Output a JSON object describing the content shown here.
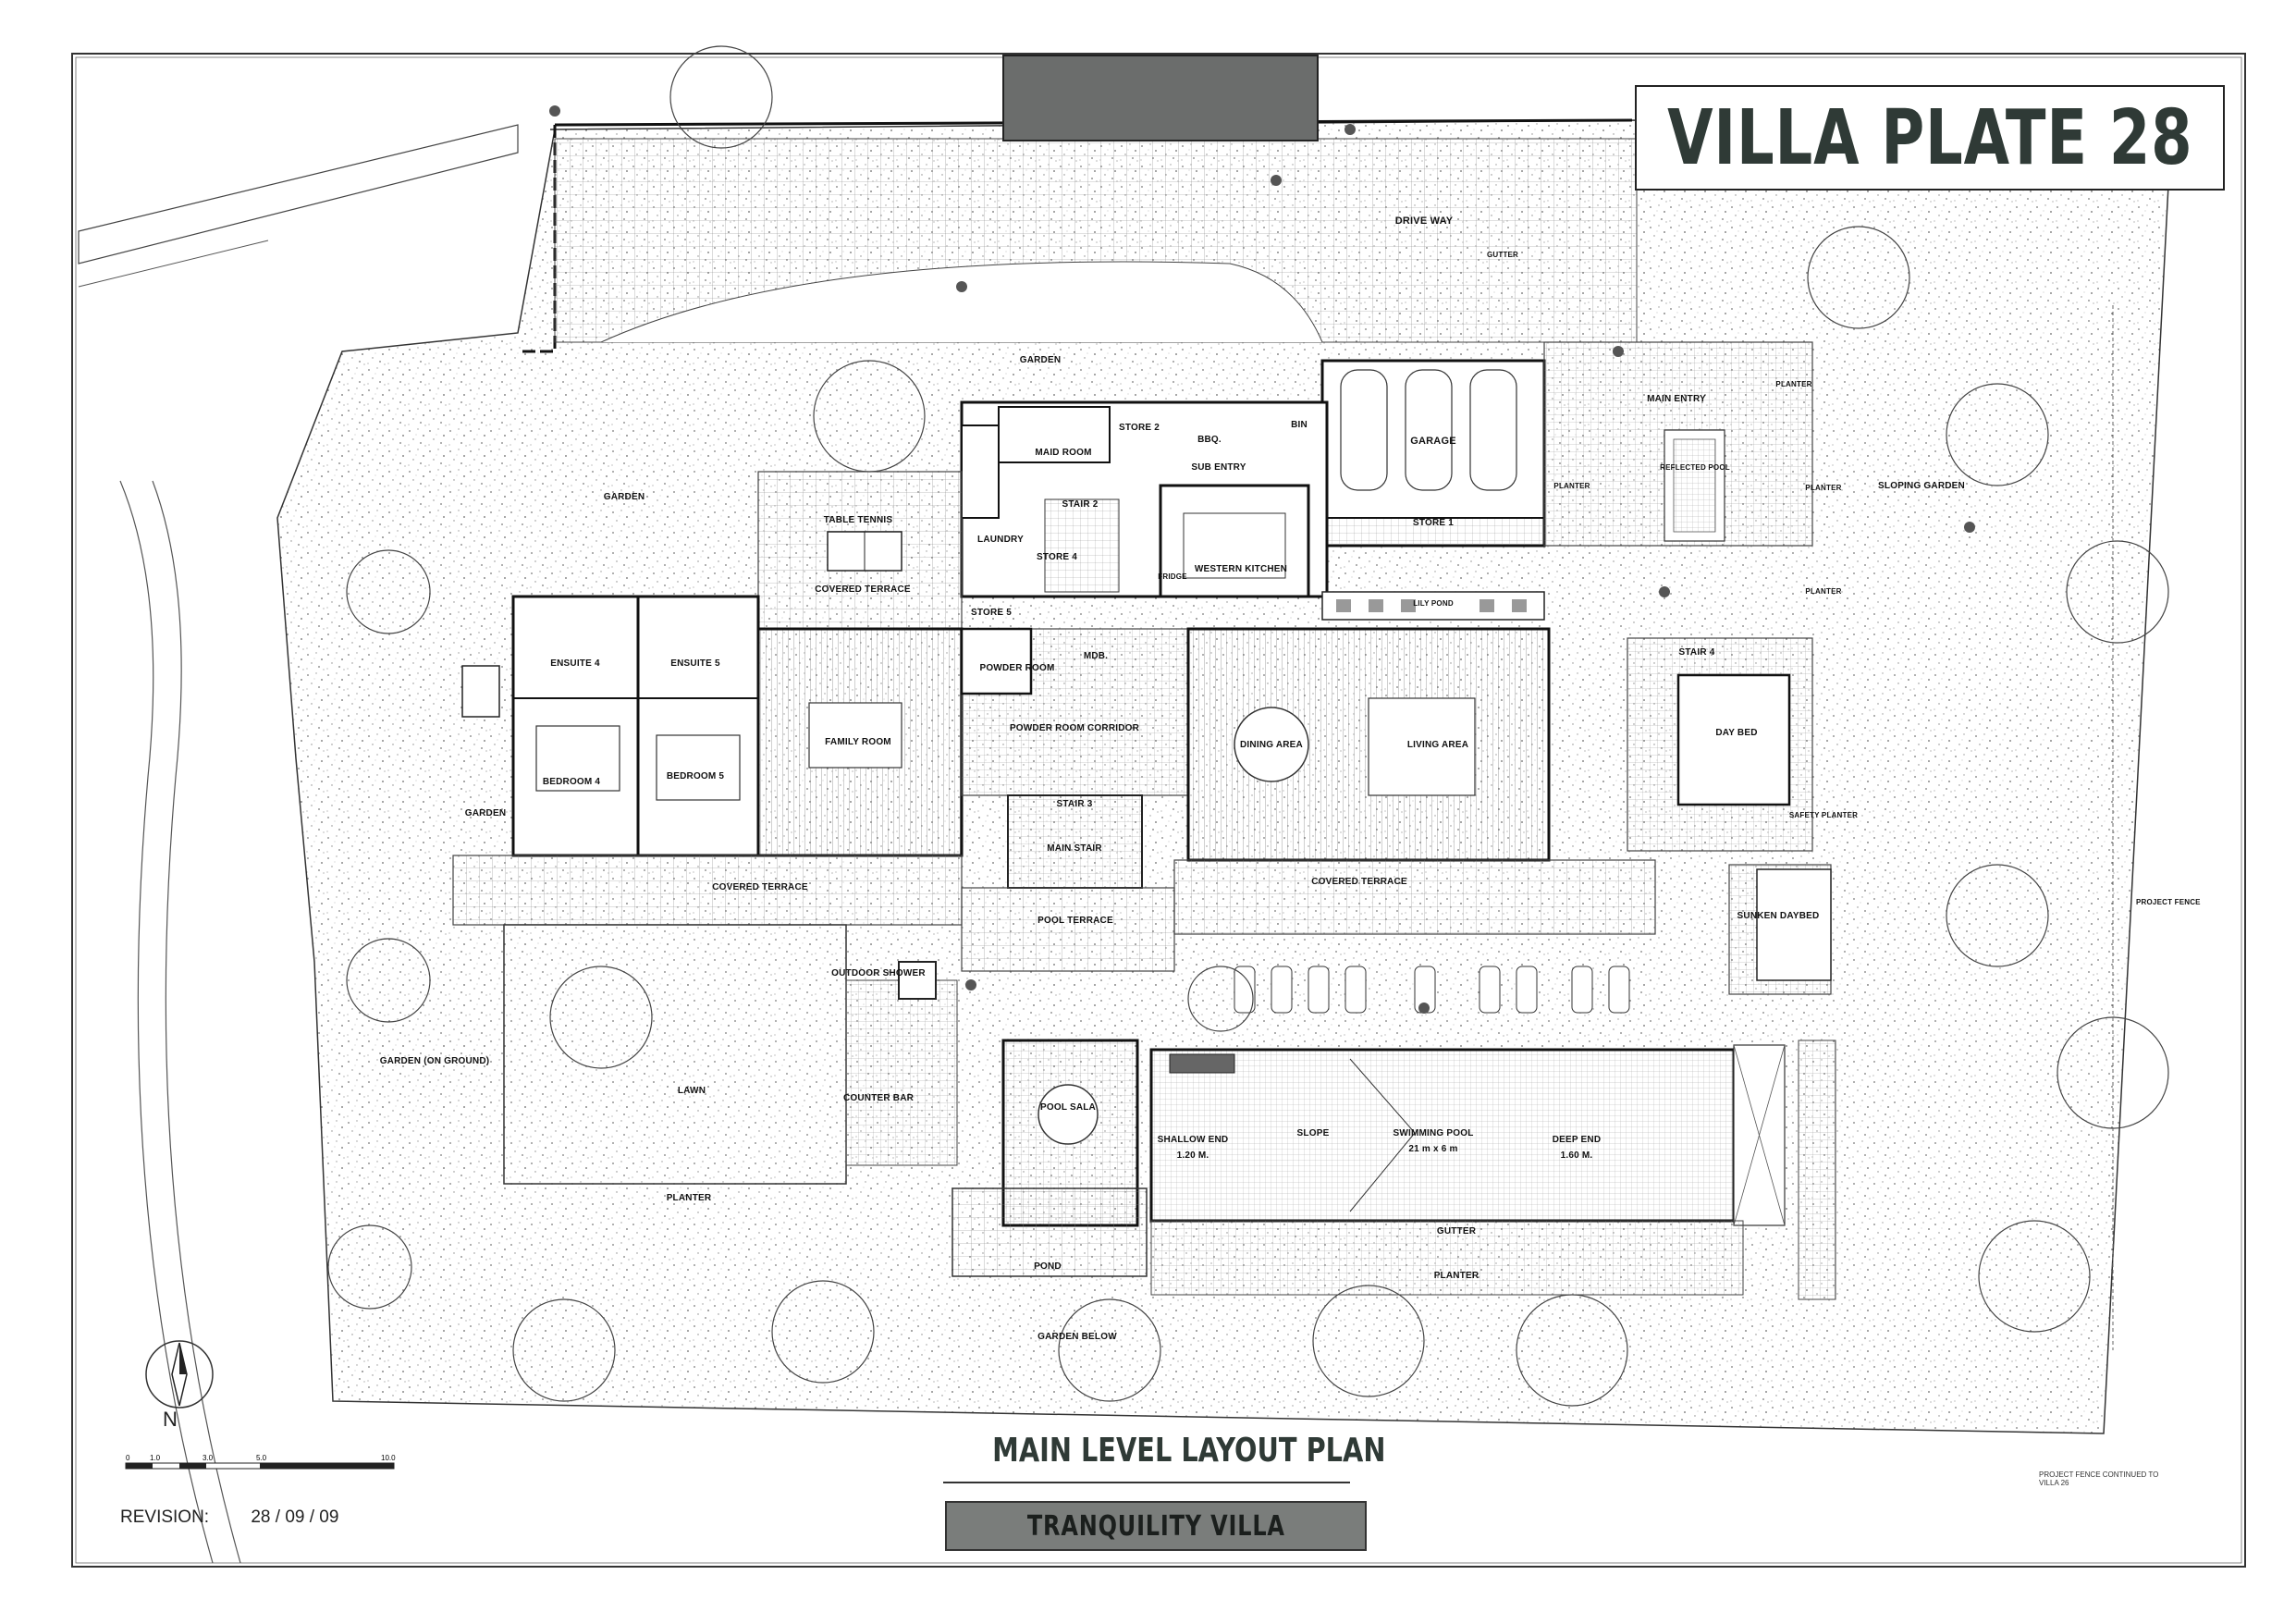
{
  "title": "VILLA PLATE 28",
  "plan_title": "MAIN LEVEL LAYOUT PLAN",
  "villa_name": "TRANQUILITY  VILLA",
  "revision": {
    "label": "REVISION:",
    "date": "28 / 09 / 09"
  },
  "north_label": "N",
  "scale_ticks": [
    "0",
    "1.0",
    "3.0",
    "5.0",
    "10.0"
  ],
  "rooms": {
    "drive_way": "DRIVE WAY",
    "gutter_top": "GUTTER",
    "garden_top": "GARDEN",
    "garden_left": "GARDEN",
    "maid_room": "MAID ROOM",
    "store2": "STORE 2",
    "bbq": "BBQ.",
    "bin": "BIN",
    "garage": "GARAGE",
    "main_entry": "MAIN ENTRY",
    "planter_right": "PLANTER",
    "reflected_pool": "REFLECTED POOL",
    "planter_a": "PLANTER",
    "planter_b": "PLANTER",
    "planter_c": "PLANTER",
    "sloping_garden": "SLOPING GARDEN",
    "sub_entry": "SUB ENTRY",
    "stair2": "STAIR 2",
    "laundry": "LAUNDRY",
    "store4": "STORE 4",
    "store1": "STORE 1",
    "western_kitchen": "WESTERN KITCHEN",
    "fridge": "FRIDGE",
    "table_tennis": "TABLE TENNIS",
    "covered_terrace_top": "COVERED TERRACE",
    "lily_pond": "LILY POND",
    "store5": "STORE 5",
    "ensuite4": "ENSUITE 4",
    "ensuite5": "ENSUITE 5",
    "powder_room": "POWDER ROOM",
    "mdb": "MDB.",
    "stair4": "STAIR 4",
    "family_room": "FAMILY ROOM",
    "powder_room_corridor": "POWDER ROOM CORRIDOR",
    "dining_area": "DINING AREA",
    "living_area": "LIVING AREA",
    "day_bed": "DAY BED",
    "bedroom4": "BEDROOM 4",
    "bedroom5": "BEDROOM 5",
    "garden_mid": "GARDEN",
    "stair3": "STAIR 3",
    "main_stair": "MAIN STAIR",
    "safety_planter": "SAFETY PLANTER",
    "covered_terrace_left": "COVERED TERRACE",
    "covered_terrace_right": "COVERED TERRACE",
    "pool_terrace": "POOL TERRACE",
    "sunken_daybed": "SUNKEN DAYBED",
    "outdoor_shower": "OUTDOOR SHOWER",
    "garden_onground": "GARDEN (ON GROUND)",
    "lawn": "LAWN",
    "counter_bar": "COUNTER BAR",
    "pool_sala": "POOL SALA",
    "shallow_end": "SHALLOW END",
    "shallow_depth": "1.20 M.",
    "slope": "SLOPE",
    "swimming_pool": "SWIMMING POOL",
    "pool_size": "21 m x 6 m",
    "deep_end": "DEEP END",
    "deep_depth": "1.60 M.",
    "planter_bottom_left": "PLANTER",
    "gutter_bottom": "GUTTER",
    "planter_bottom": "PLANTER",
    "pond": "POND",
    "garden_below": "GARDEN BELOW"
  },
  "notes": {
    "project_fence": "PROJECT FENCE",
    "project_fence_continued": "PROJECT FENCE CONTINUED TO VILLA 26"
  },
  "colors": {
    "ink": "#111111",
    "title": "#2f3a36",
    "villa_band": "#7a7d7b",
    "gate": "#6b6d6c"
  }
}
